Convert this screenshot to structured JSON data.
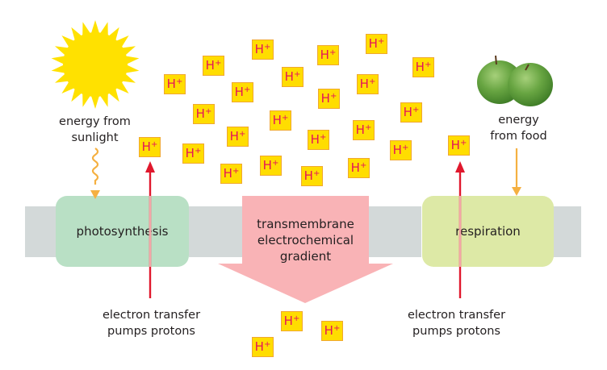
{
  "colors": {
    "membrane": "#d3d9d9",
    "photosynthesis_protein": "#b9e0c5",
    "respiration_protein": "#dde9a6",
    "gradient_arrow": "#f9b3b6",
    "proton_fill": "#ffdd00",
    "proton_border": "#f0a830",
    "proton_text": "#e4145a",
    "pump_arrow": "#e0182d",
    "energy_arrow": "#f5b041",
    "sun": "#ffe100",
    "apple": "#5a9a3a"
  },
  "left_source": {
    "icon": "sun-icon",
    "label_line1": "energy from",
    "label_line2": "sunlight"
  },
  "right_source": {
    "icon": "apple-icon",
    "label_line1": "energy",
    "label_line2": "from food"
  },
  "proteins": {
    "left": "photosynthesis",
    "right": "respiration"
  },
  "gradient": {
    "line1": "transmembrane",
    "line2": "electrochemical",
    "line3": "gradient"
  },
  "pump_labels": {
    "left_line1": "electron transfer",
    "left_line2": "pumps protons",
    "right_line1": "electron transfer",
    "right_line2": "pumps protons"
  },
  "proton": {
    "symbol": "H",
    "charge": "+"
  },
  "proton_counts": {
    "above_membrane": 24,
    "below_membrane": 3
  }
}
